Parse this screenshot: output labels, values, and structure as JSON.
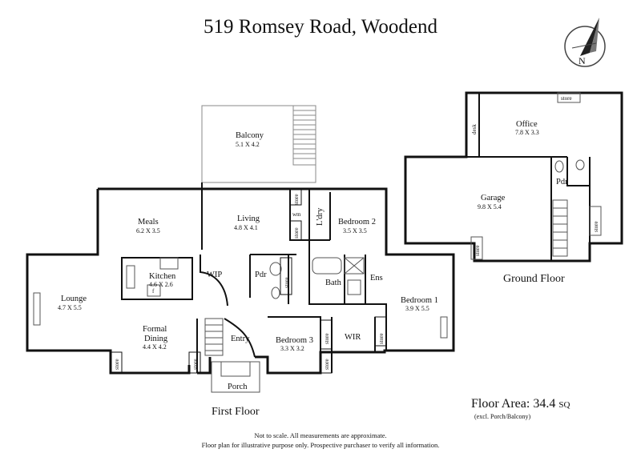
{
  "title": "519 Romsey Road, Woodend",
  "floors": {
    "first": "First Floor",
    "ground": "Ground Floor"
  },
  "rooms": {
    "balcony": {
      "name": "Balcony",
      "dim": "5.1 X 4.2"
    },
    "meals": {
      "name": "Meals",
      "dim": "6.2 X 3.5"
    },
    "living": {
      "name": "Living",
      "dim": "4.8 X 4.1"
    },
    "bedroom2": {
      "name": "Bedroom 2",
      "dim": "3.5 X 3.5"
    },
    "kitchen": {
      "name": "Kitchen",
      "dim": "4.6 X 2.6"
    },
    "lounge": {
      "name": "Lounge",
      "dim": "4.7 X 5.5"
    },
    "formal": {
      "name1": "Formal",
      "name2": "Dining",
      "dim": "4.4 X 4.2"
    },
    "bedroom3": {
      "name": "Bedroom 3",
      "dim": "3.3 X 3.2"
    },
    "bedroom1": {
      "name": "Bedroom 1",
      "dim": "3.9 X 5.5"
    },
    "office": {
      "name": "Office",
      "dim": "7.8 X 3.3"
    },
    "garage": {
      "name": "Garage",
      "dim": "9.8 X 5.4"
    }
  },
  "labels": {
    "wip": "WIP",
    "pdr": "Pdr",
    "pdr_ground": "Pdr",
    "bath": "Bath",
    "ens": "Ens",
    "wir": "WIR",
    "entry": "Entry",
    "porch": "Porch",
    "ldry": "L'dry",
    "wm": "wm",
    "store": "store",
    "desk": "desk",
    "fridge": "f"
  },
  "floor_area": {
    "label": "Floor Area: 34.4",
    "unit": "SQ",
    "note": "(excl. Porch/Balcony)"
  },
  "disclaimer": {
    "line1": "Not to scale. All measurements are approximate.",
    "line2": "Floor plan for illustrative purpose only. Prospective purchaser to verify all information."
  },
  "compass": {
    "icon": "compass-icon",
    "letter": "N"
  },
  "colors": {
    "wall": "#111111",
    "outline": "#888888"
  }
}
